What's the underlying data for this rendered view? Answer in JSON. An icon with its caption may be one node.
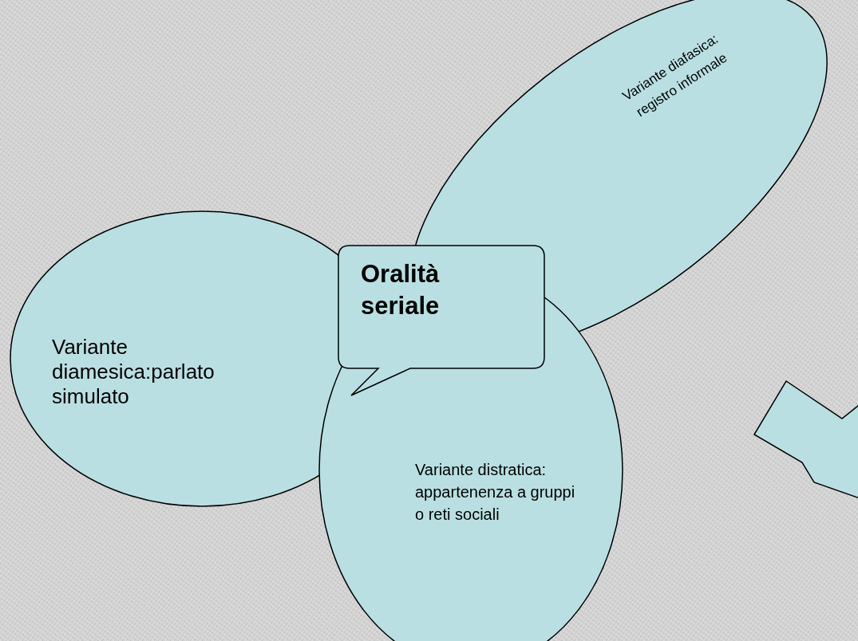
{
  "diagram": {
    "nodes": [
      {
        "text": [
          "Variante diafasica: registro informale"
        ]
      },
      {
        "text": [
          "Variante diamesica:parlato simulato"
        ]
      },
      {
        "text": [
          "Variante distratica: appartenenza a gruppi o reti sociali"
        ]
      },
      {
        "text": [
          "Oralità seriale"
        ]
      },
      {
        "text": [],
        "shape": "arrow"
      }
    ]
  }
}
